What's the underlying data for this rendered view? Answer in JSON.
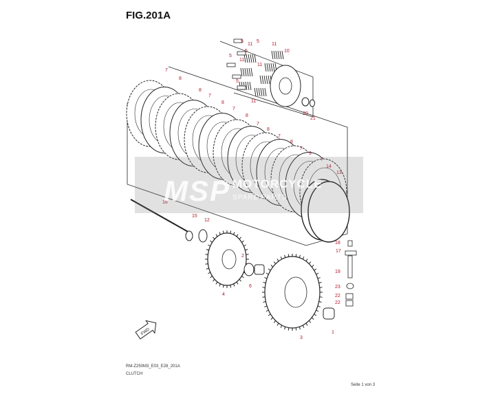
{
  "figure": {
    "title": "FIG.201A",
    "footer_code": "RM-Z250M3_E03_E28_201A",
    "footer_name": "CLUTCH",
    "page_info": "Seite 1 von 3"
  },
  "watermark": {
    "brand": "MSP",
    "line1": "MOTORCYCLE",
    "line2": "SPARE PARTS"
  },
  "callouts": [
    "5",
    "11",
    "5",
    "5",
    "11",
    "10",
    "5",
    "11",
    "11",
    "5",
    "11",
    "20",
    "21",
    "7",
    "8",
    "8",
    "7",
    "8",
    "7",
    "8",
    "7",
    "8",
    "7",
    "8",
    "7",
    "9",
    "7",
    "14",
    "13",
    "16",
    "15",
    "12",
    "2",
    "4",
    "6",
    "3",
    "18",
    "17",
    "19",
    "23",
    "22",
    "22",
    "1"
  ],
  "fwd_label": "FWD",
  "colors": {
    "callout": "#b2162a",
    "watermark_accent": "#e8734a",
    "line": "#222222"
  }
}
